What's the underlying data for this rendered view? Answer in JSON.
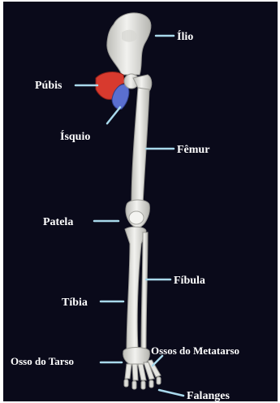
{
  "labels": {
    "ilio": "Ílio",
    "pubis": "Púbis",
    "isquio": "Ísquio",
    "femur": "Fêmur",
    "patela": "Patela",
    "fibula": "Fíbula",
    "tibia": "Tíbia",
    "osso_tarso": "Osso do Tarso",
    "metatarso": "Ossos do Metatarso",
    "falanges": "Falanges"
  },
  "colors": {
    "background": "#0a0a1a",
    "bone": "#ededea",
    "bone_shade": "#b9b9b4",
    "pubis": "#d83a2e",
    "isquio": "#5a6fd0",
    "leader": "#a9d9ec",
    "text": "#ffffff"
  }
}
